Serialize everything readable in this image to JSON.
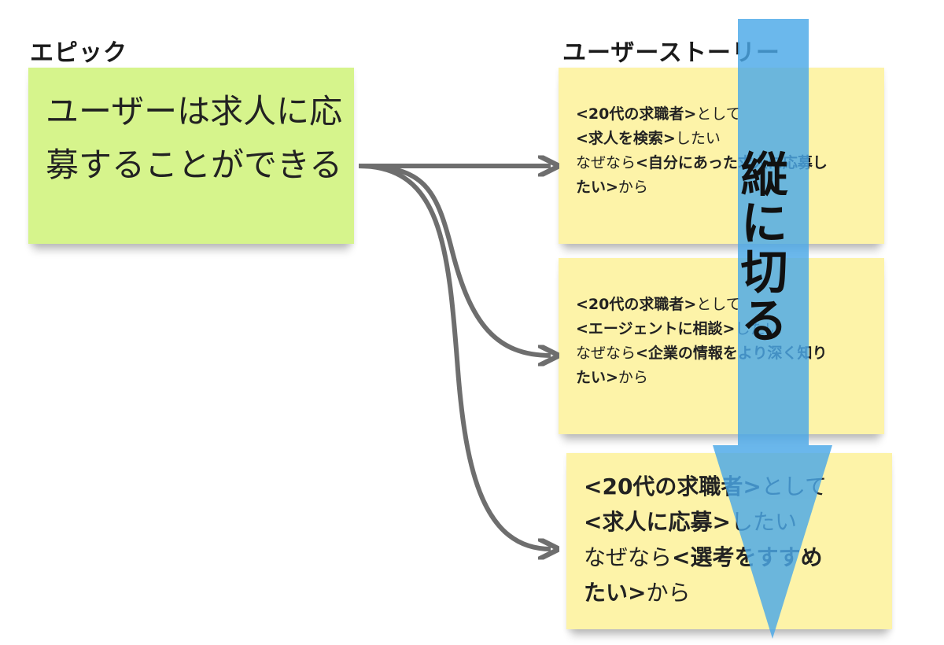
{
  "headings": {
    "epic": "エピック",
    "user_stories": "ユーザーストーリー"
  },
  "epic": {
    "text": "ユーザーは求人に応募することができる"
  },
  "stories": [
    {
      "line1_bold": "<20代の求職者>",
      "line1_rest": "として",
      "line2_bold": "<求人を検索>",
      "line2_rest": "したい",
      "line3_plain": "なぜなら",
      "line3_bold": "<自分にあった求人に応募し",
      "line4_bold": "たい>",
      "line4_rest": "から"
    },
    {
      "line1_bold": "<20代の求職者>",
      "line1_rest": "として",
      "line2_bold": "<エージェントに相談>",
      "line2_rest": "したい",
      "line3_plain": "なぜなら",
      "line3_bold": "<企業の情報をより深く知り",
      "line4_bold": "たい>",
      "line4_rest": "から"
    },
    {
      "line1_bold": "<20代の求職者>",
      "line1_rest": "として",
      "line2_bold": "<求人に応募>",
      "line2_rest": "したい",
      "line3_plain": "なぜなら",
      "line3_bold": "<選考をすすめ",
      "line4_bold": "たい>",
      "line4_rest": "から"
    }
  ],
  "slice_label": "縦に切る",
  "colors": {
    "epic_note": "#d6f48c",
    "story_note": "#fdf3a8",
    "connector": "#6e6e6e",
    "slice_arrow": "#4aa8e8"
  }
}
